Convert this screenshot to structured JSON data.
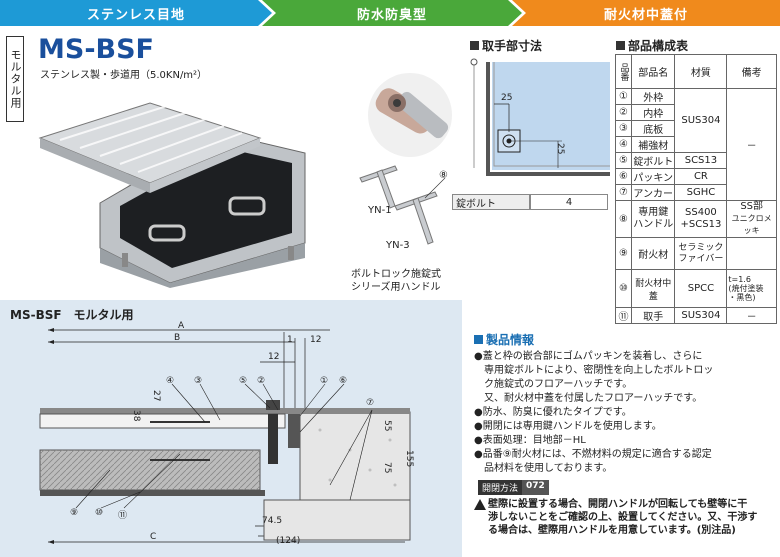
{
  "header": {
    "seg1": "ステンレス目地",
    "seg2": "防水防臭型",
    "seg3": "耐火材中蓋付"
  },
  "product": {
    "vertical_label": "モルタル用",
    "model": "MS-BSF",
    "subtitle": "ステンレス製・歩道用（5.0KN/m²）"
  },
  "photo_captions": {
    "yn1": "YN-1",
    "yn3": "YN-3",
    "marker8": "⑧",
    "handle_line1": "ボルトロック施錠式",
    "handle_line2": "シリーズ用ハンドル"
  },
  "handle_dims": {
    "title": "取手部寸法",
    "dim_a": "25",
    "dim_b": "25",
    "label": "錠ボルト",
    "value": "4"
  },
  "parts": {
    "title": "部品構成表",
    "headers": [
      "品番",
      "部品名",
      "材質",
      "備考"
    ],
    "rows": [
      {
        "num": "①",
        "name": "外枠"
      },
      {
        "num": "②",
        "name": "内枠"
      },
      {
        "num": "③",
        "name": "底板"
      },
      {
        "num": "④",
        "name": "補強材"
      },
      {
        "num": "⑤",
        "name": "錠ボルト",
        "mat": "SCS13"
      },
      {
        "num": "⑥",
        "name": "パッキン",
        "mat": "CR"
      },
      {
        "num": "⑦",
        "name": "アンカー",
        "mat": "SGHC"
      },
      {
        "num": "⑧",
        "name": "専用鍵ハンドル",
        "mat": "SS400+SCS13",
        "note": "SS部ユニクロメッキ"
      },
      {
        "num": "⑨",
        "name": "耐火材",
        "mat": "セラミックファイバー"
      },
      {
        "num": "⑩",
        "name": "耐火材中蓋",
        "mat": "SPCC",
        "note": "t=1.6(焼付塗装・黒色)"
      },
      {
        "num": "⑪",
        "name": "取手",
        "mat": "SUS304",
        "note": "－"
      }
    ],
    "mat_1_4": "SUS304",
    "note_1_7": "－",
    "note_9": "",
    "mat_8_a": "SS400",
    "mat_8_b": "+SCS13",
    "note_8_a": "SS部",
    "note_8_b": "ユニクロメッキ",
    "name_8_a": "専用鍵",
    "name_8_b": "ハンドル",
    "mat_9_a": "セラミック",
    "mat_9_b": "ファイバー",
    "note_10_a": "t=1.6",
    "note_10_b": "(焼付塗装",
    "note_10_c": "・黒色)"
  },
  "section": {
    "title": "MS-BSF　モルタル用",
    "dims": {
      "A": "A",
      "B": "B",
      "C": "C",
      "d1": "1",
      "d12": "12",
      "d12b": "12",
      "d27": "27",
      "d38": "38",
      "d55": "55",
      "d75": "75",
      "d155": "155",
      "d745": "74.5",
      "d124": "(124)"
    },
    "callouts": [
      "④",
      "③",
      "⑤",
      "②",
      "①",
      "⑥",
      "⑦",
      "⑨",
      "⑩",
      "⑪"
    ]
  },
  "info": {
    "title": "製品情報",
    "b1": "●蓋と枠の嵌合部にゴムパッキンを装着し、さらに",
    "b1b": "　専用錠ボルトにより、密閉性を向上したボルトロッ",
    "b1c": "　ク施錠式のフロアーハッチです。",
    "b1d": "　又、耐火材中蓋を付属したフロアーハッチです。",
    "b2": "●防水、防臭に優れたタイプです。",
    "b3": "●開閉には専用鍵ハンドルを使用します。",
    "b4": "●表面処理：目地部－HL",
    "b5": "●品番⑨耐火材には、不燃材料の規定に適合する認定",
    "b5b": "　品材料を使用しております。",
    "method_label": "開閉方法",
    "method_value": "072",
    "warn1": "壁際に設置する場合、開閉ハンドルが回転しても壁等に干",
    "warn2": "渉しないことをご確認の上、設置してください。又、干渉す",
    "warn3": "る場合は、壁際用ハンドルを用意しています。(別注品)"
  },
  "colors": {
    "blue": "#1e9ad6",
    "green": "#4aa83a",
    "orange": "#f08a1c",
    "navy": "#1a4f9c",
    "section_bg": "#dde8f2"
  }
}
